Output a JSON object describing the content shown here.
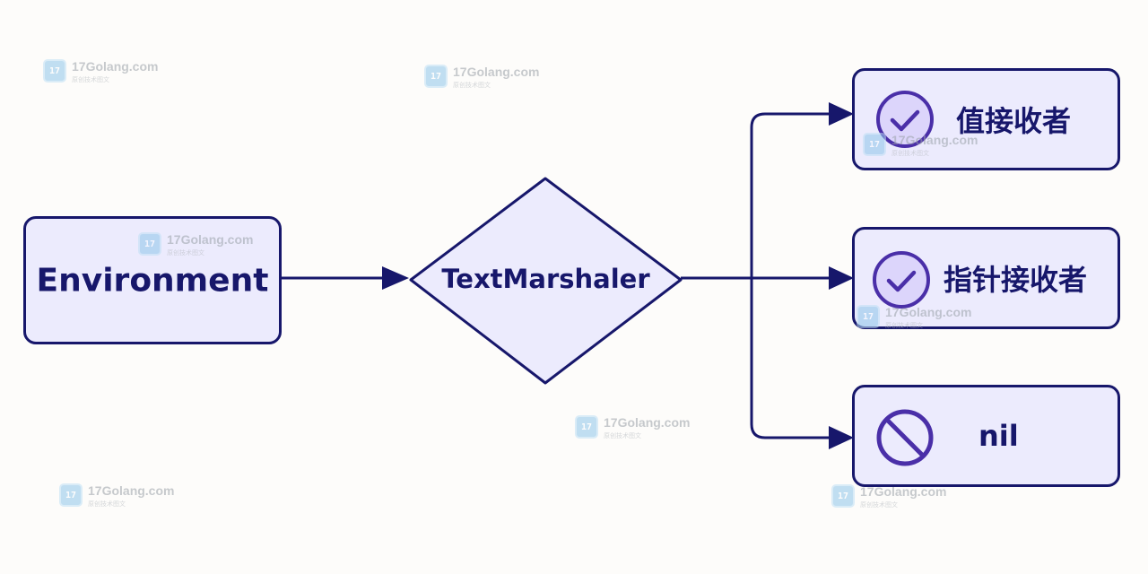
{
  "nodes": {
    "source": "Environment",
    "decision": "TextMarshaler",
    "outcomes": [
      {
        "label": "值接收者",
        "icon": "check-circle-icon"
      },
      {
        "label": "指针接收者",
        "icon": "check-circle-icon"
      },
      {
        "label": "nil",
        "icon": "prohibited-icon"
      }
    ]
  },
  "watermark": {
    "domain": "17Golang.com",
    "tagline": "原创技术图文"
  },
  "colors": {
    "ink": "#17176b",
    "node_fill": "#ecebfd",
    "icon_fill": "#dcd5fb",
    "icon_stroke": "#4a2fa8",
    "background": "#fdfcfa"
  }
}
